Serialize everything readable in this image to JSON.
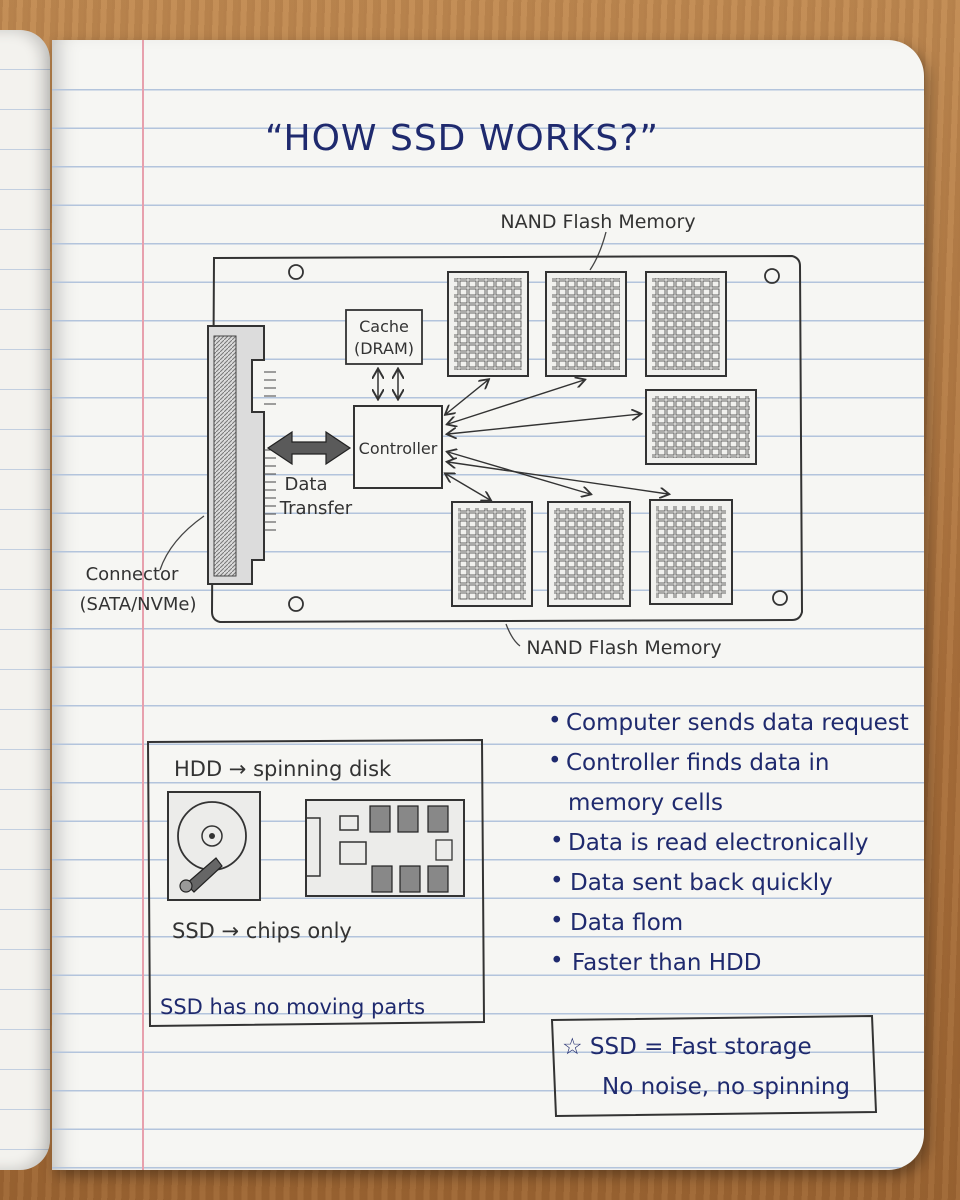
{
  "title": "“HOW SSD WORKS?”",
  "diagram": {
    "nand_top_label": "NAND Flash Memory",
    "nand_bottom_label": "NAND Flash Memory",
    "cache_label_1": "Cache",
    "cache_label_2": "(DRAM)",
    "controller_label": "Controller",
    "data_transfer_1": "Data",
    "data_transfer_2": "Transfer",
    "connector_1": "Connector",
    "connector_2": "(SATA/NVMe)"
  },
  "comparison": {
    "hdd_line": "HDD → spinning disk",
    "ssd_line": "SSD → chips only",
    "footer": "SSD has no moving parts"
  },
  "bullets": [
    "Computer sends data request",
    "Controller finds data in",
    "memory cells",
    "Data is read electronically",
    "Data sent back quickly",
    "Data flom",
    "Faster than HDD"
  ],
  "summary": {
    "line1": "☆ SSD = Fast storage",
    "line2": "No noise, no spinning"
  },
  "colors": {
    "ink_pencil": "#3a3a3a",
    "ink_blue": "#1f2a6e",
    "paper": "#f6f6f3",
    "rule_blue": "#b3c4dc",
    "margin_red": "#e7a0ad"
  }
}
